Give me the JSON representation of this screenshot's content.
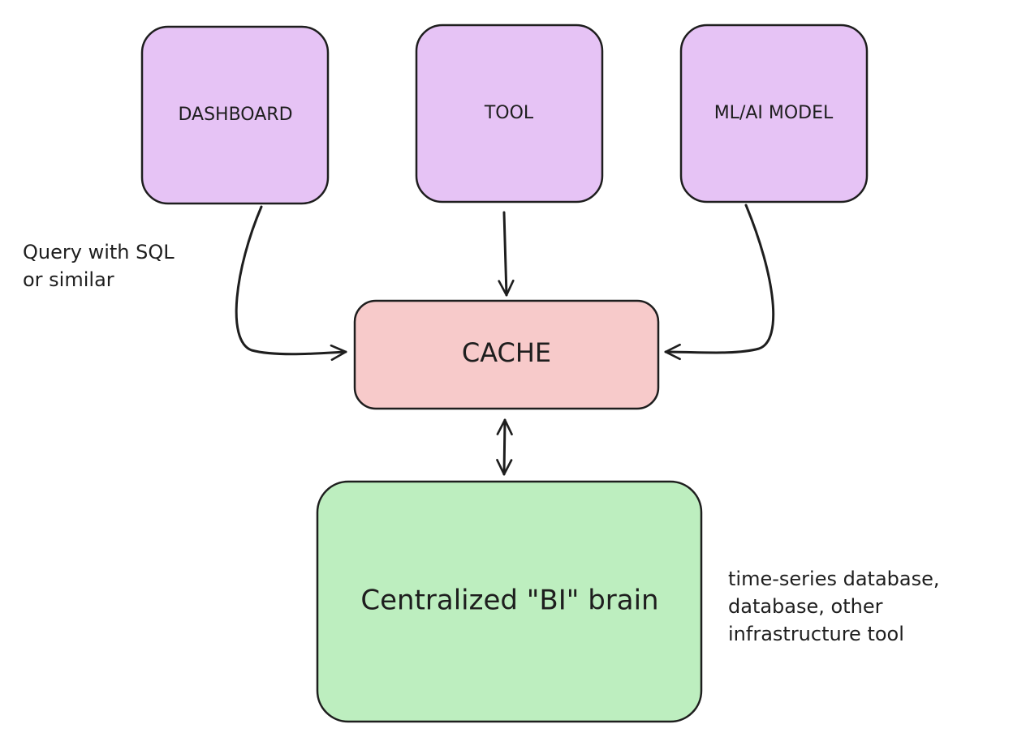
{
  "colors": {
    "consumer_fill": "#e6c3f5",
    "cache_fill": "#f7caca",
    "brain_fill": "#bdeebf",
    "stroke": "#1e1e1e"
  },
  "consumers": [
    {
      "label": "DASHBOARD"
    },
    {
      "label": "TOOL"
    },
    {
      "label": "ML/AI MODEL"
    }
  ],
  "cache": {
    "label": "CACHE"
  },
  "brain": {
    "label": "Centralized \"BI\" brain"
  },
  "annotations": {
    "query_note": "Query with SQL\nor similar",
    "storage_note": "time-series database,\ndatabase, other\ninfrastructure tool"
  }
}
